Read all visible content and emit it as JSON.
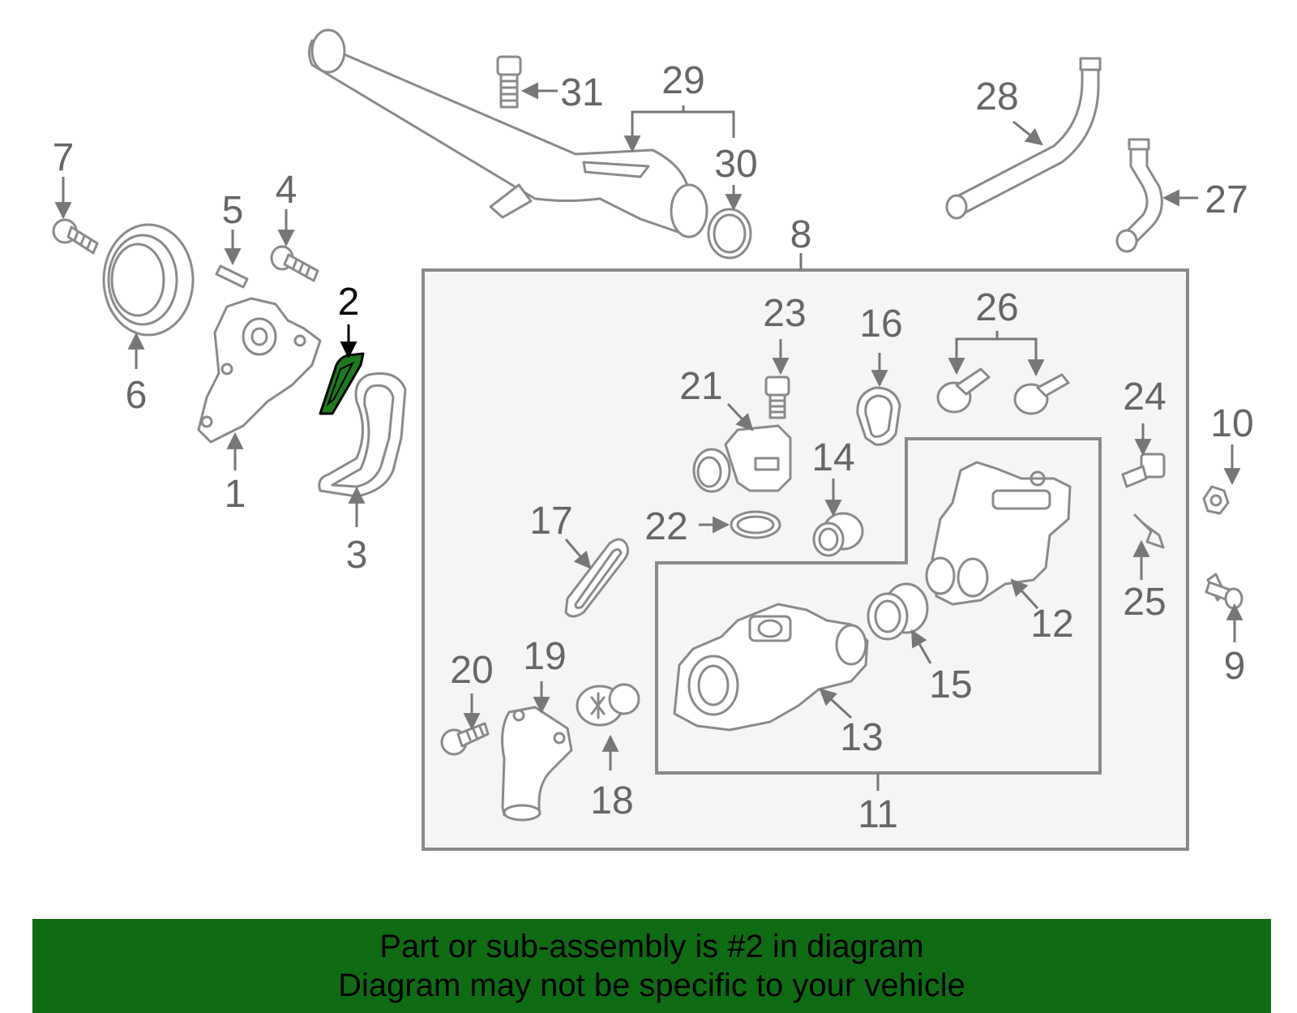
{
  "colors": {
    "banner_bg": "#0f6b14",
    "highlight_fill": "#1f7a1f",
    "box_fill": "#f5f5f5",
    "line": "#8a8a8a"
  },
  "highlighted_part": "2",
  "callouts": {
    "c1": "1",
    "c2": "2",
    "c3": "3",
    "c4": "4",
    "c5": "5",
    "c6": "6",
    "c7": "7",
    "c8": "8",
    "c9": "9",
    "c10": "10",
    "c11": "11",
    "c12": "12",
    "c13": "13",
    "c14": "14",
    "c15": "15",
    "c16": "16",
    "c17": "17",
    "c18": "18",
    "c19": "19",
    "c20": "20",
    "c21": "21",
    "c22": "22",
    "c23": "23",
    "c24": "24",
    "c25": "25",
    "c26": "26",
    "c27": "27",
    "c28": "28",
    "c29": "29",
    "c30": "30",
    "c31": "31"
  },
  "banner": {
    "line1": "Part or sub-assembly is #2 in diagram",
    "line2": "Diagram may not be specific to your vehicle"
  }
}
